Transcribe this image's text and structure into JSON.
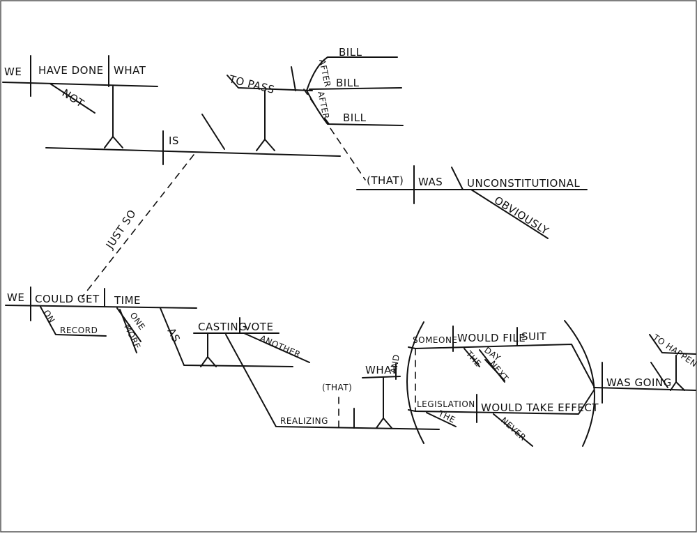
{
  "words": {
    "we1": "WE",
    "have_done": "HAVE DONE",
    "what1": "WHAT",
    "not": "NOT",
    "is": "IS",
    "to_pass": "TO PASS",
    "bill1": "BILL",
    "bill2": "BILL",
    "bill3": "BILL",
    "after1": "AFTER",
    "after2": "AFTER",
    "that1": "(THAT)",
    "was": "WAS",
    "unconstitutional": "UNCONSTITUTIONAL",
    "obviously": "OBVIOUSLY",
    "just_so": "JUST SO",
    "we2": "WE",
    "could_get": "COULD GET",
    "time": "TIME",
    "on": "ON",
    "record": "RECORD",
    "one": "ONE",
    "more": "MORE",
    "as": "AS",
    "casting": "CASTING",
    "vote": "VOTE",
    "another": "ANOTHER",
    "realizing": "REALIZING",
    "that2": "(THAT)",
    "what2": "WHAT",
    "and": "AND",
    "someone": "SOMEONE",
    "would_file": "WOULD FILE",
    "suit": "SUIT",
    "the1": "THE",
    "day": "DAY",
    "next": "NEXT",
    "legislation": "LEGISLATION",
    "would_take_effect": "WOULD TAKE EFFECT",
    "the2": "THE",
    "never": "NEVER",
    "was_going": "WAS GOING",
    "to_happen": "TO HAPPEN"
  }
}
